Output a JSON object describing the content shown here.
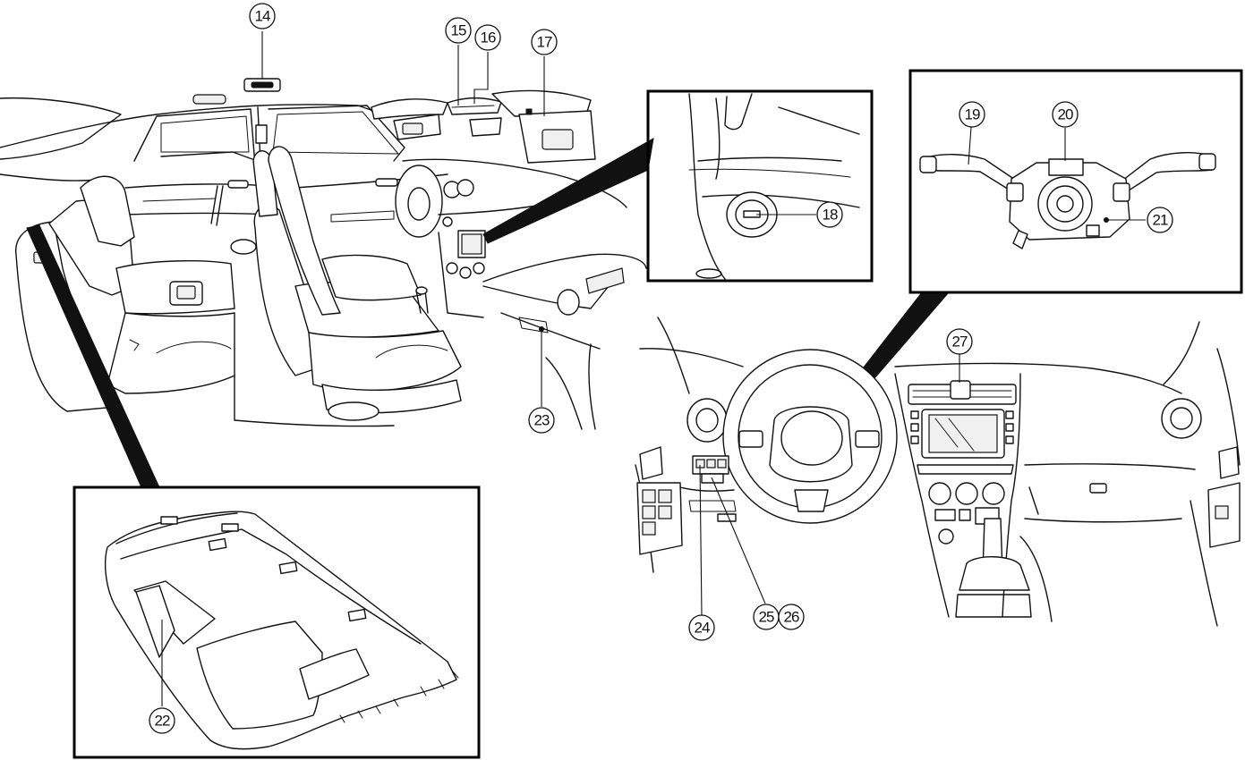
{
  "callouts": [
    {
      "id": "14"
    },
    {
      "id": "15"
    },
    {
      "id": "16"
    },
    {
      "id": "17"
    },
    {
      "id": "18"
    },
    {
      "id": "19"
    },
    {
      "id": "20"
    },
    {
      "id": "21"
    },
    {
      "id": "22"
    },
    {
      "id": "23"
    },
    {
      "id": "24"
    },
    {
      "id": "25"
    },
    {
      "id": "26"
    },
    {
      "id": "27"
    }
  ],
  "colors": {
    "line": "#111111",
    "background": "#ffffff"
  }
}
